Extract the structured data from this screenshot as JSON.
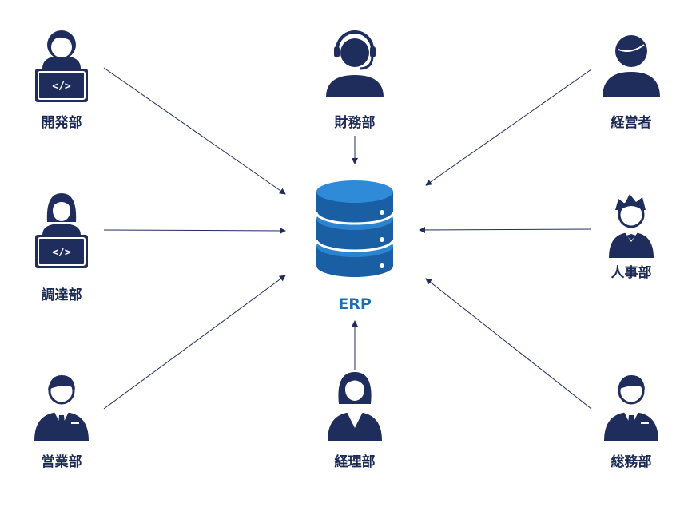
{
  "center": {
    "label": "ERP",
    "icon": "database-icon",
    "color": "#1b6fb3"
  },
  "departments": [
    {
      "key": "development",
      "label": "開発部",
      "icon": "developer-icon"
    },
    {
      "key": "finance",
      "label": "財務部",
      "icon": "headset-operator-icon"
    },
    {
      "key": "management",
      "label": "経営者",
      "icon": "executive-icon"
    },
    {
      "key": "procurement",
      "label": "調達部",
      "icon": "developer-female-icon"
    },
    {
      "key": "hr",
      "label": "人事部",
      "icon": "hr-staff-icon"
    },
    {
      "key": "sales",
      "label": "営業部",
      "icon": "businessman-icon"
    },
    {
      "key": "accounting",
      "label": "経理部",
      "icon": "businesswoman-icon"
    },
    {
      "key": "general-affairs",
      "label": "総務部",
      "icon": "businessman-icon"
    }
  ],
  "colors": {
    "icon": "#1f2d5c",
    "text": "#1b2a55",
    "arrow": "#1f2d5c",
    "db_dark": "#1a5fa3",
    "db_light": "#2b84d0"
  }
}
